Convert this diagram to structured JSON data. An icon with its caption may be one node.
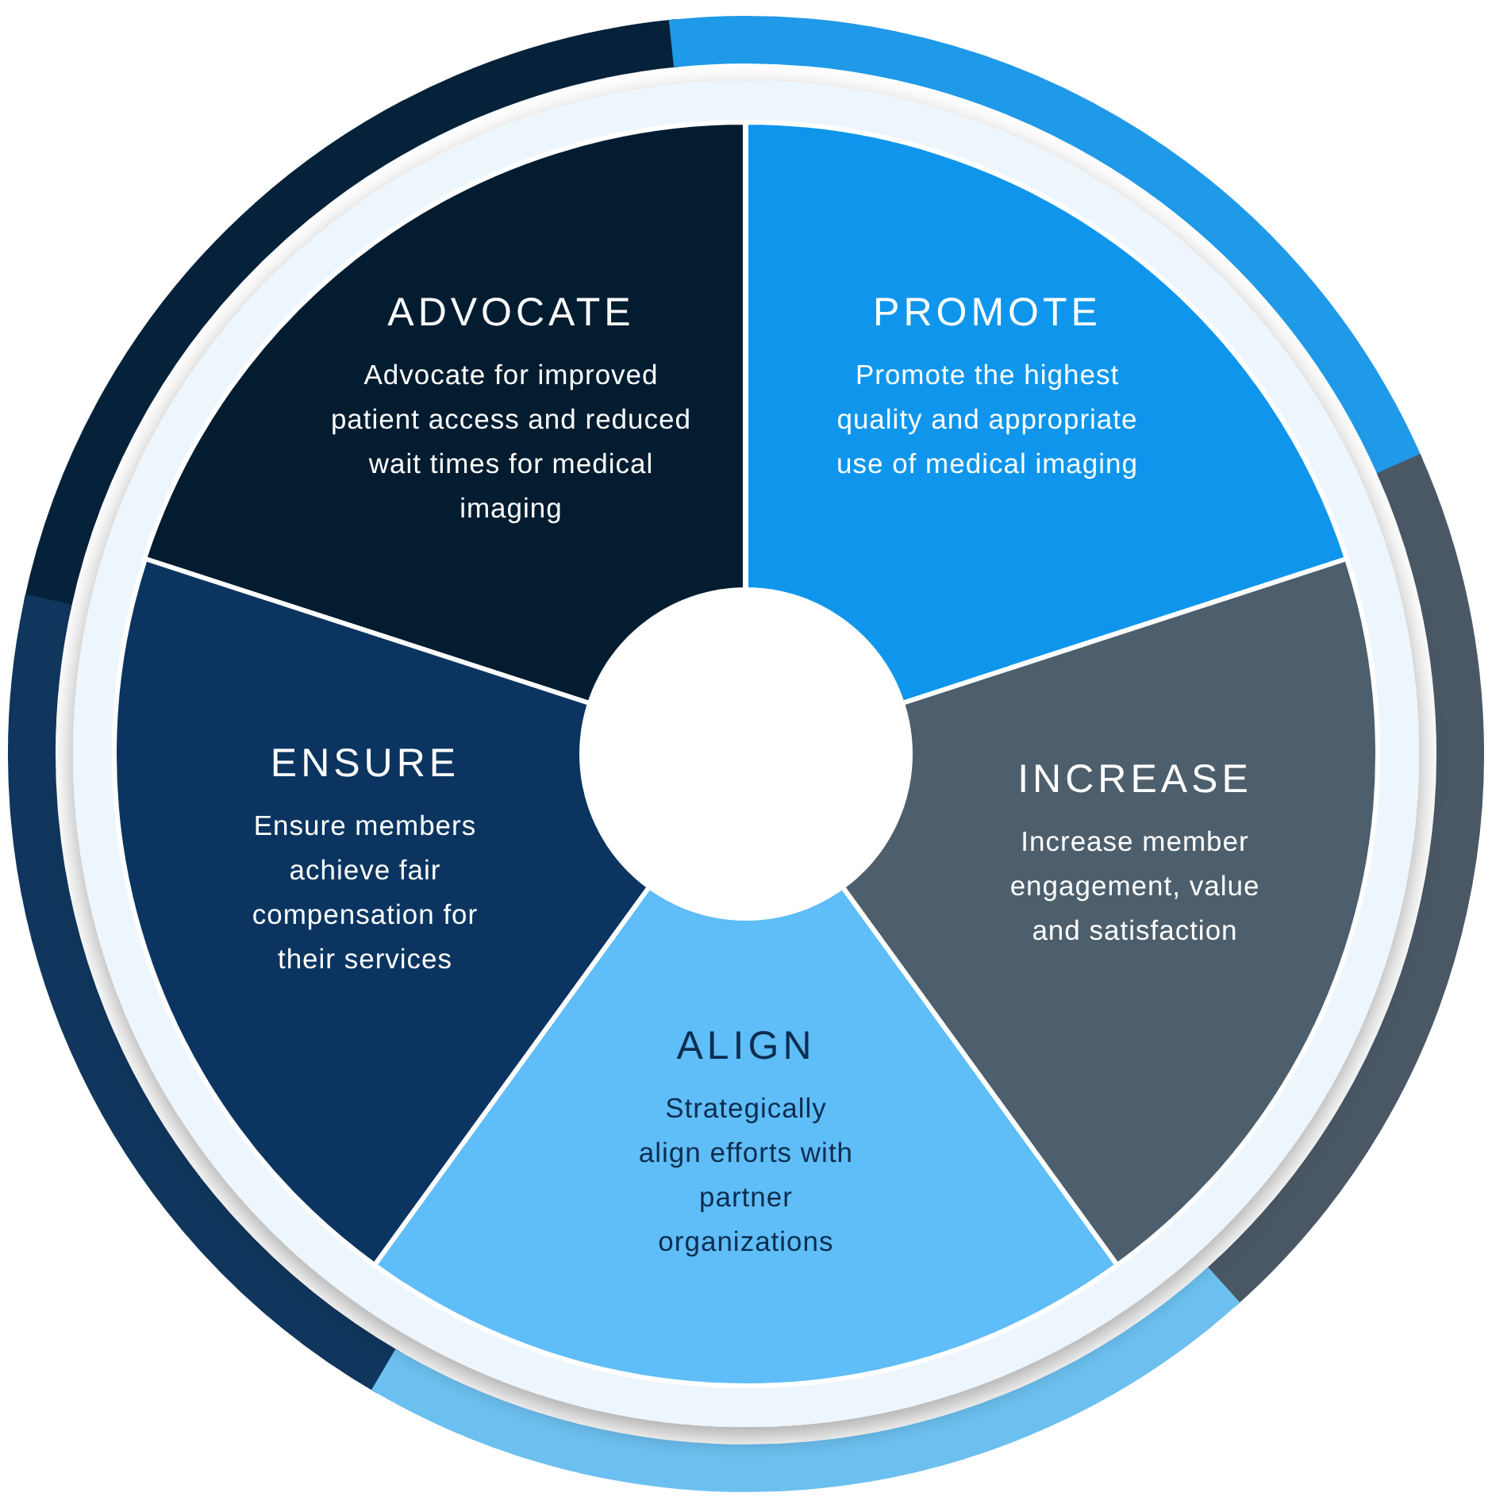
{
  "diagram": {
    "nodes": [
      {
        "text": [
          "ADVOCATE",
          "Advocate for improved patient access and reduced wait times for medical imaging"
        ]
      },
      {
        "text": [
          "PROMOTE",
          "Promote the highest quality and appropriate use of medical imaging"
        ]
      },
      {
        "text": [
          "ENSURE",
          "Ensure members achieve fair compensation for their services"
        ]
      },
      {
        "text": [
          "INCREASE",
          "Increase member engagement, value and satisfaction"
        ]
      },
      {
        "text": [
          "ALIGN",
          "Strategically align efforts with partner organizations"
        ]
      },
      {
        "text": [],
        "shape": "circle"
      }
    ]
  }
}
